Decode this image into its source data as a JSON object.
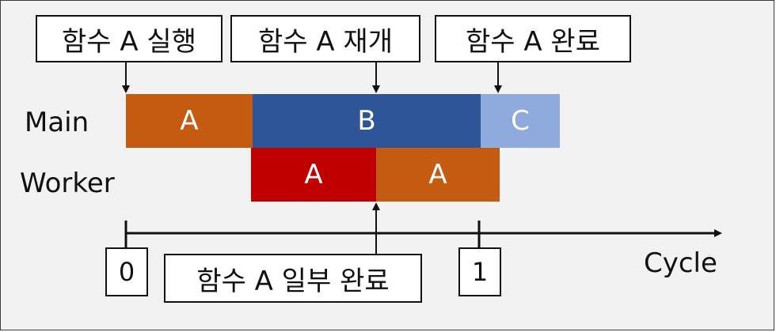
{
  "callouts": {
    "start": "함수 A 실행",
    "resume": "함수 A 재개",
    "complete": "함수 A 완료",
    "partial": "함수 A 일부 완료"
  },
  "rows": {
    "main": "Main",
    "worker": "Worker"
  },
  "segments": {
    "main_a": "A",
    "main_b": "B",
    "main_c": "C",
    "worker_a1": "A",
    "worker_a2": "A"
  },
  "axis": {
    "title": "Cycle",
    "tick0": "0",
    "tick1": "1"
  },
  "colors": {
    "orange": "#c55a11",
    "blue": "#2e5597",
    "light_blue": "#8faadc",
    "red": "#c00000",
    "background": "#f2f2f2"
  }
}
